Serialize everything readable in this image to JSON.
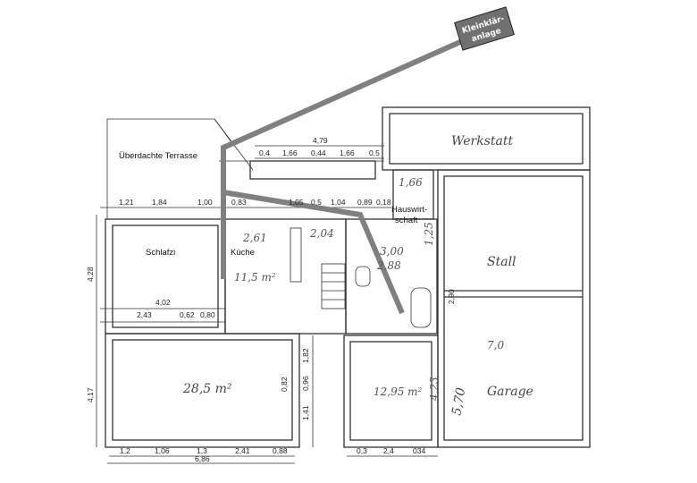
{
  "labels": {
    "terrace": "Überdachte Terrasse",
    "bedroom": "Schlafzi",
    "kitchen": "Küche",
    "utility_1": "Hauswirt-",
    "utility_2": "schaft",
    "septic_1": "Kleinklär-",
    "septic_2": "anlage",
    "workshop": "Werkstatt",
    "stable": "Stall",
    "garage": "Garage"
  },
  "areas": {
    "kitchen": "11,5 m²",
    "living": "28,5 m²",
    "room_right": "12,95 m²"
  },
  "dims_top": [
    "4,79",
    "0,4",
    "1,66",
    "0,44",
    "1,66",
    "0,5"
  ],
  "dims_row2": [
    "1,21",
    "1,84",
    "1,00",
    "0,83",
    "1,05",
    "0,5",
    "1,04",
    "0,89",
    "0,18"
  ],
  "dims_hand": [
    "2,61",
    "2,04",
    "1,66",
    "1,25",
    "3,00",
    "2,88",
    "4,23",
    "5,70",
    "2,90",
    "7,0"
  ],
  "dims_left": [
    "4,28",
    "4,17",
    "4,02",
    "2,43",
    "0,62",
    "0,80"
  ],
  "dims_mid": [
    "1,82",
    "0,96",
    "0,82",
    "1,41"
  ],
  "dims_bottom": [
    "1,2",
    "1,06",
    "1,3",
    "2,41",
    "0,88",
    "6,86",
    "0,3",
    "2,4",
    "034"
  ],
  "colors": {
    "pipe": "#808080",
    "septic_box": "#707070",
    "wall": "#333333"
  }
}
